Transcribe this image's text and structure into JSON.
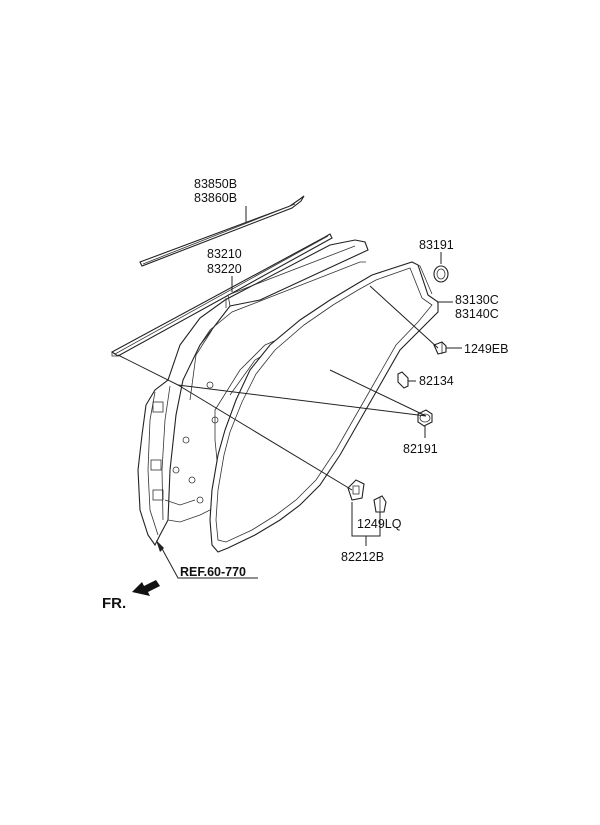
{
  "labels": {
    "drip_molding": [
      "83850B",
      "83860B"
    ],
    "belt_weatherstrip": [
      "83210",
      "83220"
    ],
    "plug_top": "83191",
    "door_weatherstrip": [
      "83130C",
      "83140C"
    ],
    "bolt_eb": "1249EB",
    "bumper": "82134",
    "plug_bottom": "82191",
    "bolt_lq": "1249LQ",
    "striker": "82212B",
    "reference": "REF.60-770",
    "front": "FR."
  },
  "icons": {
    "front_arrow": "arrow-down-left-icon"
  }
}
